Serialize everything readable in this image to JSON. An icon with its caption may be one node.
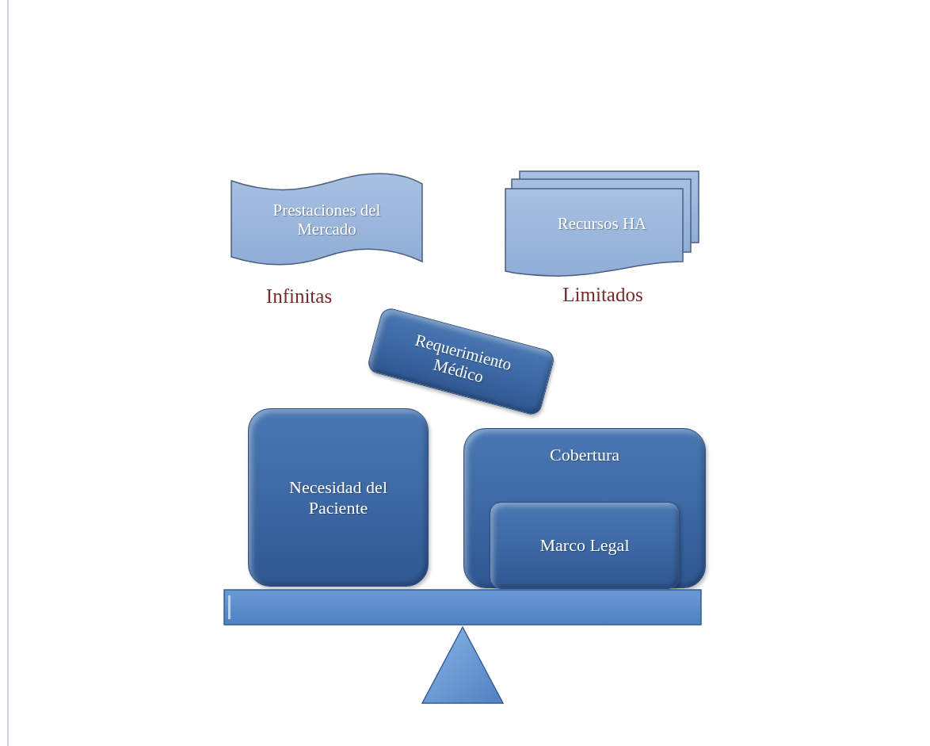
{
  "diagram": {
    "nodes": [
      {
        "text": [
          "Prestaciones del Mercado"
        ],
        "beside": [
          "Infinitas"
        ]
      },
      {
        "text": [
          "Recursos HA"
        ],
        "beside": [
          "Limitados"
        ]
      },
      {
        "text": [
          "Requerimiento Médico"
        ]
      },
      {
        "text": [
          "Necesidad del Paciente"
        ]
      },
      {
        "text": [
          "Cobertura"
        ]
      },
      {
        "text": [
          "Marco Legal"
        ],
        "in": 4
      },
      {
        "text": [],
        "shape": "bar"
      },
      {
        "text": [],
        "shape": "triangle"
      }
    ]
  }
}
